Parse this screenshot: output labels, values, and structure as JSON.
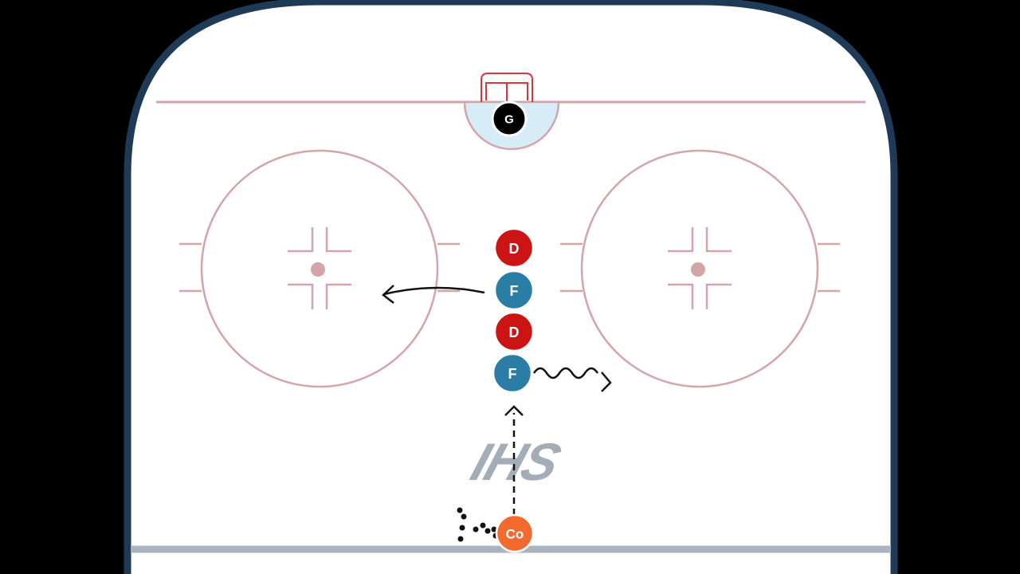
{
  "logo": {
    "text": "IHS",
    "color": "#a3adb8"
  },
  "colors": {
    "board": "#1f3a57",
    "ice": "#ffffff",
    "red_line": "#d4a5a8",
    "crease_fill": "#d6ecf7",
    "blue_line": "#a8b4c0",
    "defense": "#cc1414",
    "forward": "#2a7ea6",
    "goalie": "#000000",
    "coach": "#f26a2e",
    "net": "#d9353b"
  },
  "players": [
    {
      "id": "goalie",
      "label": "G",
      "role": "goalie"
    },
    {
      "id": "d1",
      "label": "D",
      "role": "defense"
    },
    {
      "id": "f1",
      "label": "F",
      "role": "forward"
    },
    {
      "id": "d2",
      "label": "D",
      "role": "defense"
    },
    {
      "id": "f2",
      "label": "F",
      "role": "forward"
    },
    {
      "id": "coach",
      "label": "Co",
      "role": "coach"
    }
  ]
}
